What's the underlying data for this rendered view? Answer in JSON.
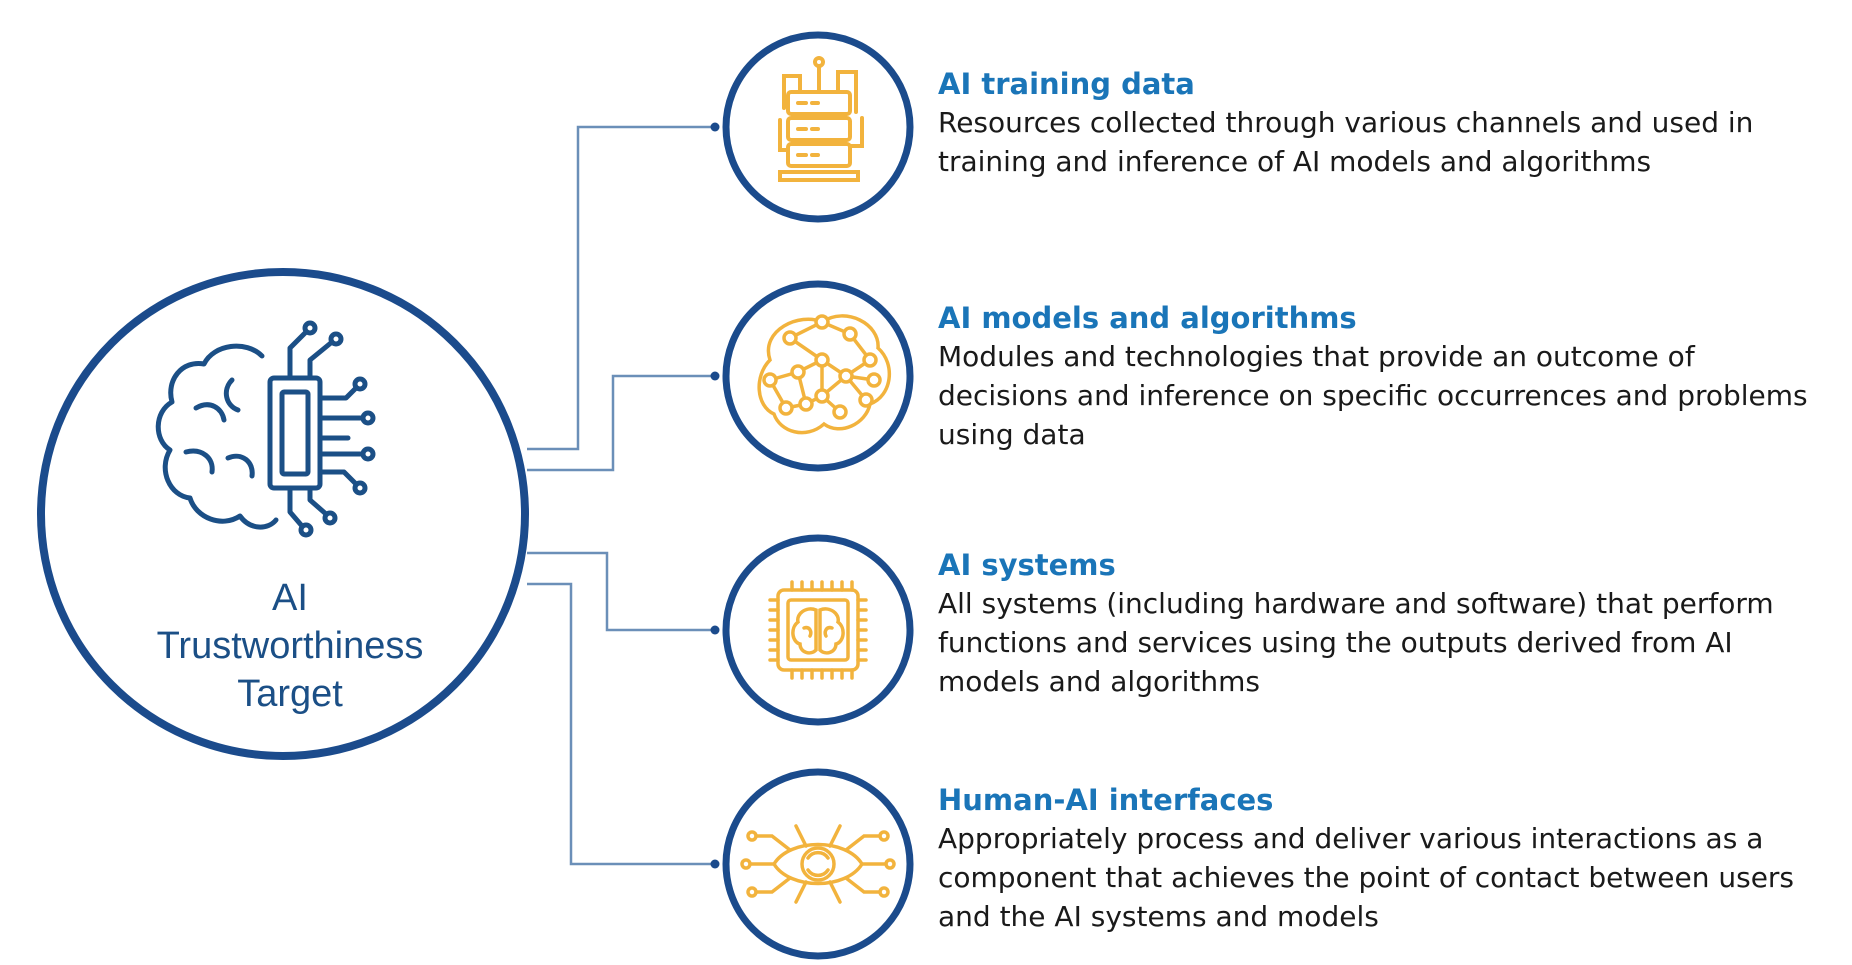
{
  "center": {
    "label_lines": [
      "AI",
      "Trustworthiness",
      "Target"
    ],
    "icon": "brain-circuit-icon"
  },
  "colors": {
    "ring": "#1b4b8c",
    "connector": "#6b8fb8",
    "icon": "#f2b33d",
    "title": "#1a75b8",
    "text": "#1a1a1a"
  },
  "items": [
    {
      "title": "AI training data",
      "desc_lines": [
        "Resources collected through various channels and used in",
        "training and inference of AI models and algorithms"
      ],
      "icon": "server-database-icon"
    },
    {
      "title": "AI models and algorithms",
      "desc_lines": [
        "Modules and technologies that provide an outcome of",
        "decisions and inference on specific occurrences and problems",
        "using data"
      ],
      "icon": "neural-network-brain-icon"
    },
    {
      "title": "AI systems",
      "desc_lines": [
        "All systems (including hardware and software) that perform",
        "functions and services using the outputs derived from AI",
        "models and algorithms"
      ],
      "icon": "brain-chip-icon"
    },
    {
      "title": "Human-AI interfaces",
      "desc_lines": [
        "Appropriately process and deliver various interactions as a",
        "component that achieves the point of contact between users",
        "and the AI systems and models"
      ],
      "icon": "circuit-eye-icon"
    }
  ]
}
